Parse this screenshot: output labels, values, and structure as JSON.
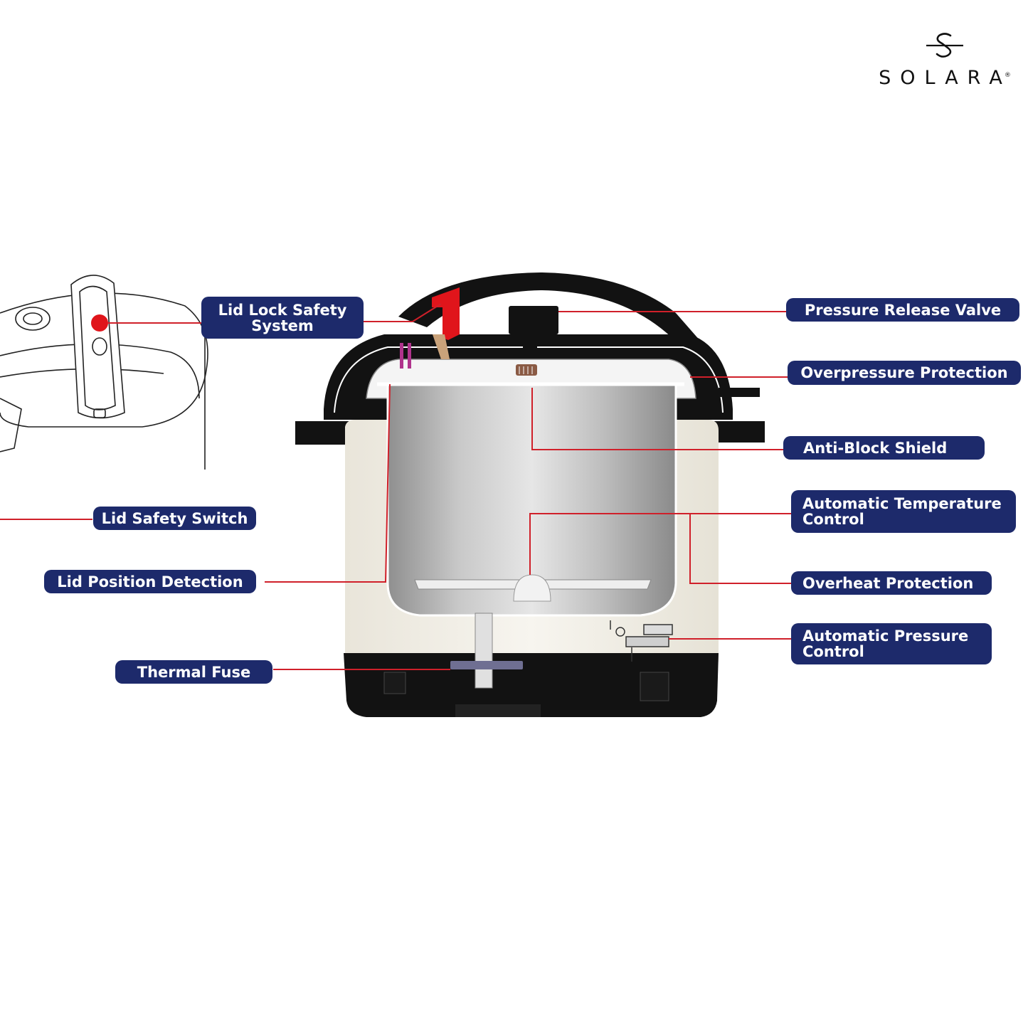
{
  "brand": {
    "name": "SOLARA",
    "mark": "®",
    "logo_icon": "solara-swirl-icon"
  },
  "colors": {
    "label_bg": "#1d2a6b",
    "label_text": "#ffffff",
    "leader_line": "#d0202a",
    "lid_lock_red": "#e0151b",
    "pot_black": "#121212",
    "body_cream": "#f1eee6",
    "inner_steel": "#b8b8b8"
  },
  "labels": {
    "lid_lock_safety": [
      "Lid Lock Safety",
      "System"
    ],
    "pressure_release_valve": "Pressure Release Valve",
    "overpressure_protection": "Overpressure Protection",
    "anti_block_shield": "Anti-Block Shield",
    "lid_safety_switch": "Lid Safety Switch",
    "auto_temp_control": [
      "Automatic Temperature",
      "Control"
    ],
    "lid_position_detection": "Lid Position Detection",
    "overheat_protection": "Overheat Protection",
    "auto_pressure_control": [
      "Automatic Pressure",
      "Control"
    ],
    "thermal_fuse": "Thermal Fuse"
  }
}
